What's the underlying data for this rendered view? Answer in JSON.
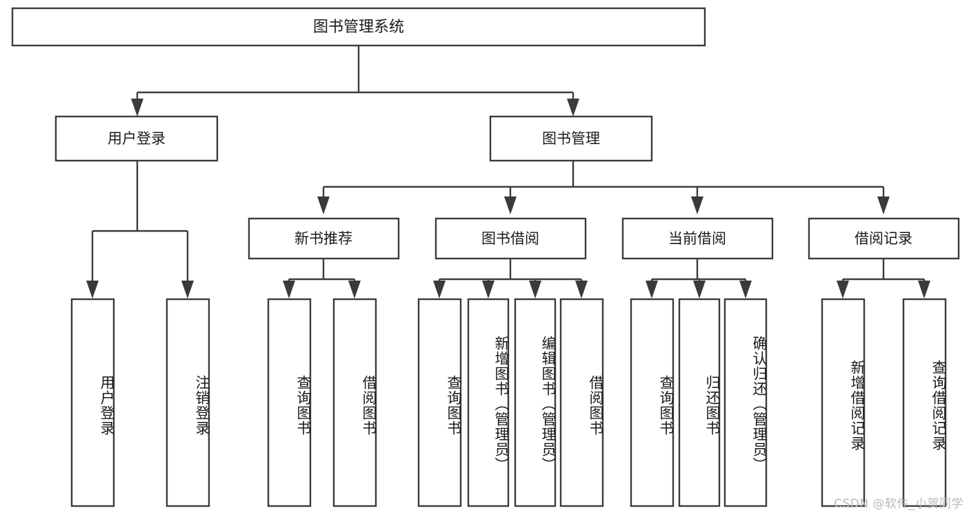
{
  "diagram": {
    "type": "hierarchy-tree",
    "title": "图书管理系统",
    "orientation": "top-down",
    "watermark": "CSDN @软件_小贺同学",
    "colors": {
      "box_fill": "#ffffff",
      "box_stroke": "#3a3a3a",
      "text": "#1a1a1a",
      "watermark": "#b9b9b9",
      "background": "#ffffff"
    },
    "root": {
      "label": "图书管理系统"
    },
    "level2": [
      {
        "label": "用户登录"
      },
      {
        "label": "图书管理"
      }
    ],
    "level3": [
      {
        "label": "新书推荐"
      },
      {
        "label": "图书借阅"
      },
      {
        "label": "当前借阅"
      },
      {
        "label": "借阅记录"
      }
    ],
    "leaves": {
      "user_login": [
        {
          "label": "用户登录"
        },
        {
          "label": "注销登录"
        }
      ],
      "new_book_recommend": [
        {
          "label": "查询图书"
        },
        {
          "label": "借阅图书"
        }
      ],
      "book_borrow": [
        {
          "label": "查询图书"
        },
        {
          "label": "新增图书（管理员）"
        },
        {
          "label": "编辑图书（管理员）"
        },
        {
          "label": "借阅图书"
        }
      ],
      "current_borrow": [
        {
          "label": "查询图书"
        },
        {
          "label": "归还图书"
        },
        {
          "label": "确认归还（管理员）"
        }
      ],
      "borrow_record": [
        {
          "label": "新增借阅记录"
        },
        {
          "label": "查询借阅记录"
        }
      ]
    }
  }
}
